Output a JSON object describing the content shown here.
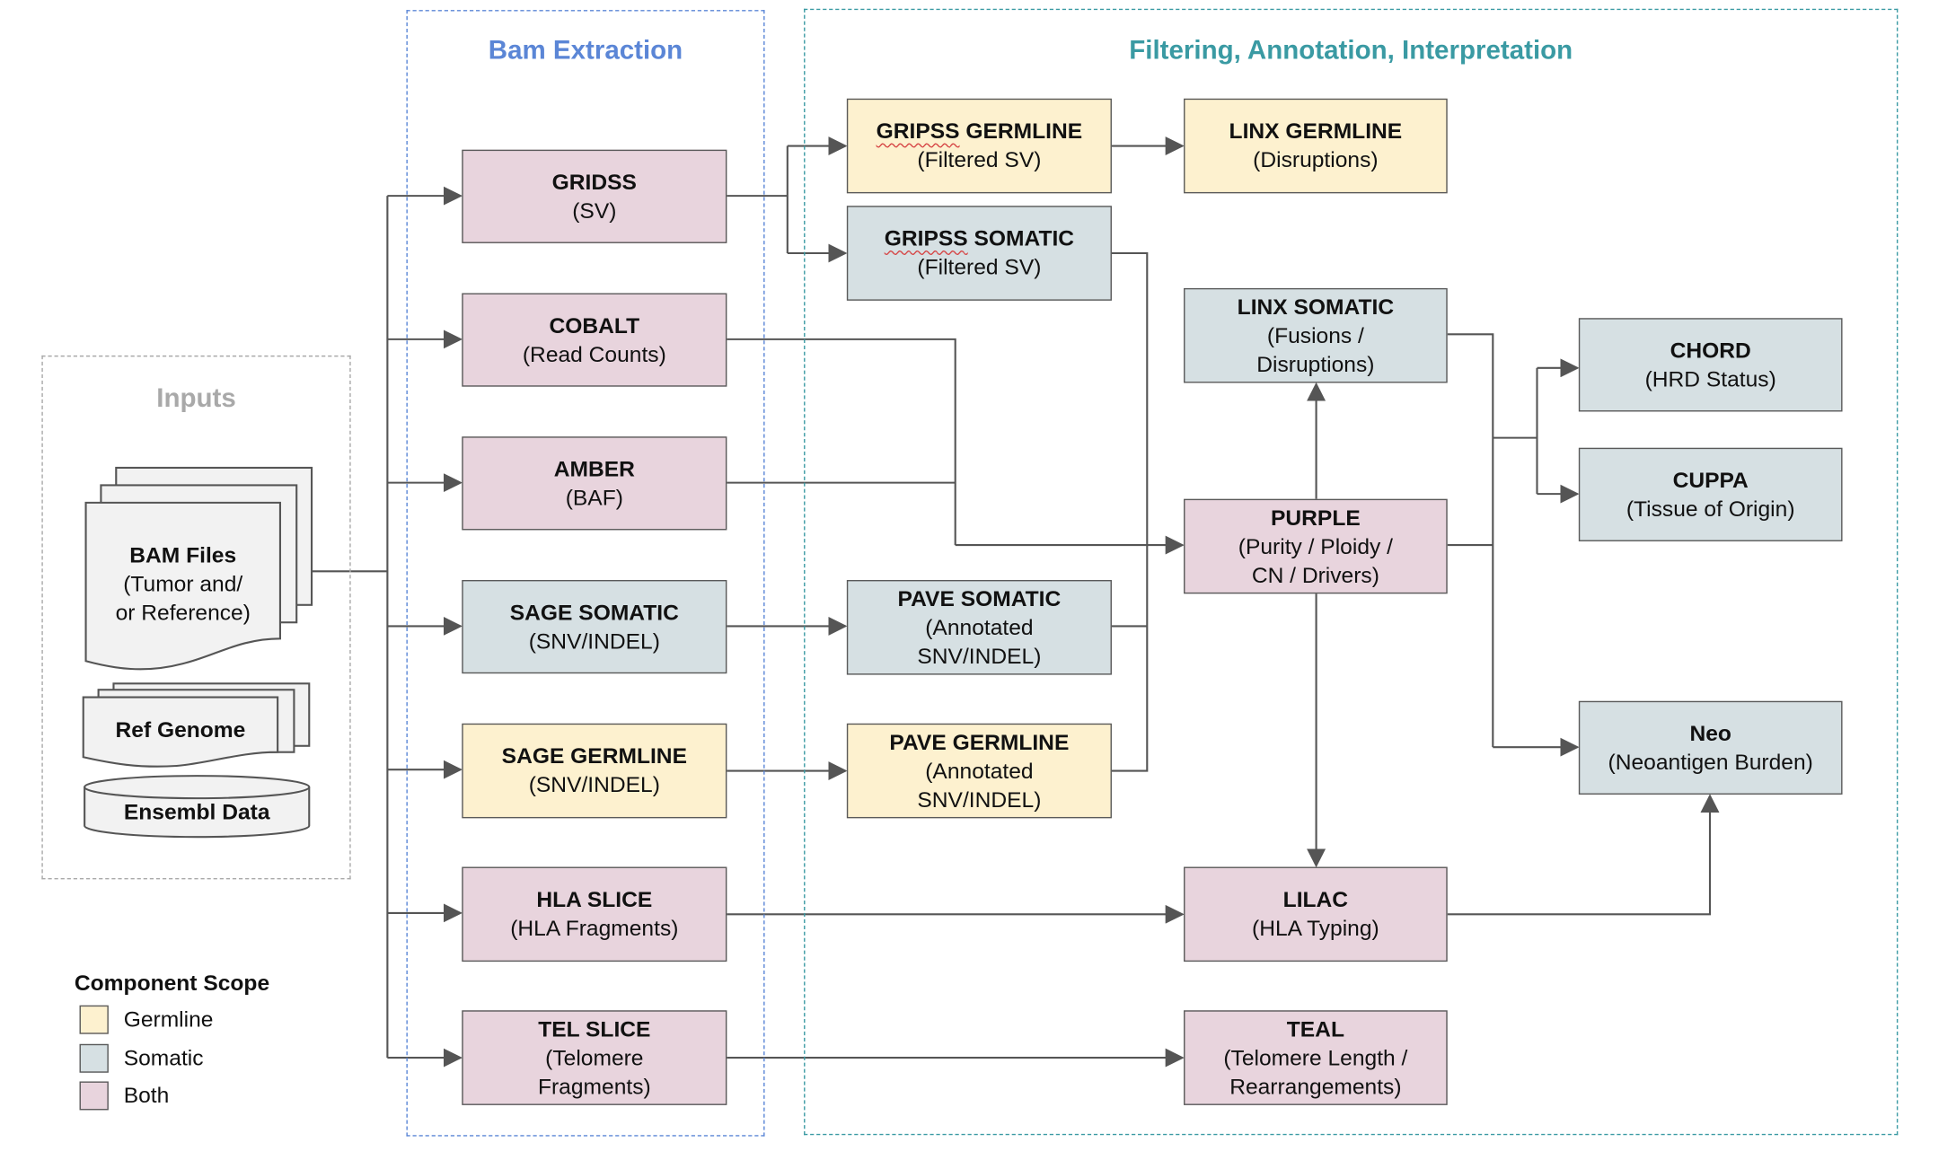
{
  "groups": {
    "inputs": {
      "title": "Inputs",
      "color": "#a9a9a9"
    },
    "bam": {
      "title": "Bam Extraction",
      "color": "#5b86d6"
    },
    "filter": {
      "title": "Filtering, Annotation, Interpretation",
      "color": "#3a9aa3"
    }
  },
  "inputs": {
    "bam_files": {
      "line1": "BAM Files",
      "line2": "(Tumor and/",
      "line3": "or Reference)"
    },
    "ref_genome": "Ref Genome",
    "ensembl": "Ensembl Data"
  },
  "nodes": {
    "gridss": {
      "title": "GRIDSS",
      "sub": "(SV)"
    },
    "cobalt": {
      "title": "COBALT",
      "sub": "(Read Counts)"
    },
    "amber": {
      "title": "AMBER",
      "sub": "(BAF)"
    },
    "sage_somatic": {
      "title": "SAGE SOMATIC",
      "sub": "(SNV/INDEL)"
    },
    "sage_germline": {
      "title": "SAGE GERMLINE",
      "sub": "(SNV/INDEL)"
    },
    "hla_slice": {
      "title": "HLA SLICE",
      "sub": "(HLA Fragments)"
    },
    "tel_slice": {
      "title": "TEL SLICE",
      "sub1": "(Telomere",
      "sub2": "Fragments)"
    },
    "gripss_germline": {
      "title_a": "GRIPSS",
      "title_b": " GERMLINE",
      "sub": "(Filtered SV)"
    },
    "gripss_somatic": {
      "title_a": "GRIPSS",
      "title_b": " SOMATIC",
      "sub": "(Filtered SV)"
    },
    "pave_somatic": {
      "title": "PAVE SOMATIC",
      "sub1": "(Annotated",
      "sub2": "SNV/INDEL)"
    },
    "pave_germline": {
      "title": "PAVE GERMLINE",
      "sub1": "(Annotated",
      "sub2": "SNV/INDEL)"
    },
    "linx_germline": {
      "title": "LINX GERMLINE",
      "sub": "(Disruptions)"
    },
    "linx_somatic": {
      "title": "LINX SOMATIC",
      "sub1": "(Fusions /",
      "sub2": "Disruptions)"
    },
    "purple": {
      "title": "PURPLE",
      "sub1": "(Purity / Ploidy /",
      "sub2": "CN / Drivers)"
    },
    "lilac": {
      "title": "LILAC",
      "sub": "(HLA Typing)"
    },
    "teal": {
      "title": "TEAL",
      "sub1": "(Telomere Length /",
      "sub2": "Rearrangements)"
    },
    "chord": {
      "title": "CHORD",
      "sub": "(HRD Status)"
    },
    "cuppa": {
      "title": "CUPPA",
      "sub": "(Tissue of Origin)"
    },
    "neo": {
      "title": "Neo",
      "sub": "(Neoantigen Burden)"
    }
  },
  "legend": {
    "title": "Component Scope",
    "items": [
      {
        "label": "Germline",
        "color": "#fdf1cf"
      },
      {
        "label": "Somatic",
        "color": "#d6e0e3"
      },
      {
        "label": "Both",
        "color": "#e8d4dd"
      }
    ]
  }
}
